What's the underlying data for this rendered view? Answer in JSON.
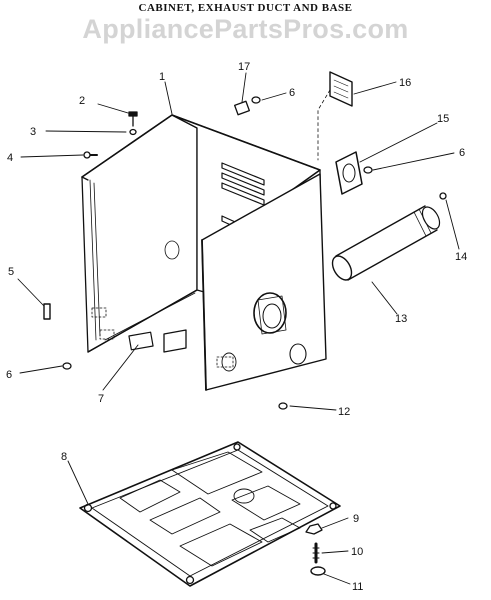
{
  "diagram": {
    "title": "CABINET, EXHAUST DUCT AND BASE",
    "watermark": "AppliancePartsPros.com",
    "callouts": [
      {
        "id": "c1",
        "number": "1"
      },
      {
        "id": "c2",
        "number": "2"
      },
      {
        "id": "c3",
        "number": "3"
      },
      {
        "id": "c4",
        "number": "4"
      },
      {
        "id": "c5",
        "number": "5"
      },
      {
        "id": "c6a",
        "number": "6"
      },
      {
        "id": "c6b",
        "number": "6"
      },
      {
        "id": "c6c",
        "number": "6"
      },
      {
        "id": "c7",
        "number": "7"
      },
      {
        "id": "c8",
        "number": "8"
      },
      {
        "id": "c9",
        "number": "9"
      },
      {
        "id": "c10",
        "number": "10"
      },
      {
        "id": "c11",
        "number": "11"
      },
      {
        "id": "c12",
        "number": "12"
      },
      {
        "id": "c13",
        "number": "13"
      },
      {
        "id": "c14",
        "number": "14"
      },
      {
        "id": "c15",
        "number": "15"
      },
      {
        "id": "c16",
        "number": "16"
      },
      {
        "id": "c17",
        "number": "17"
      }
    ]
  }
}
